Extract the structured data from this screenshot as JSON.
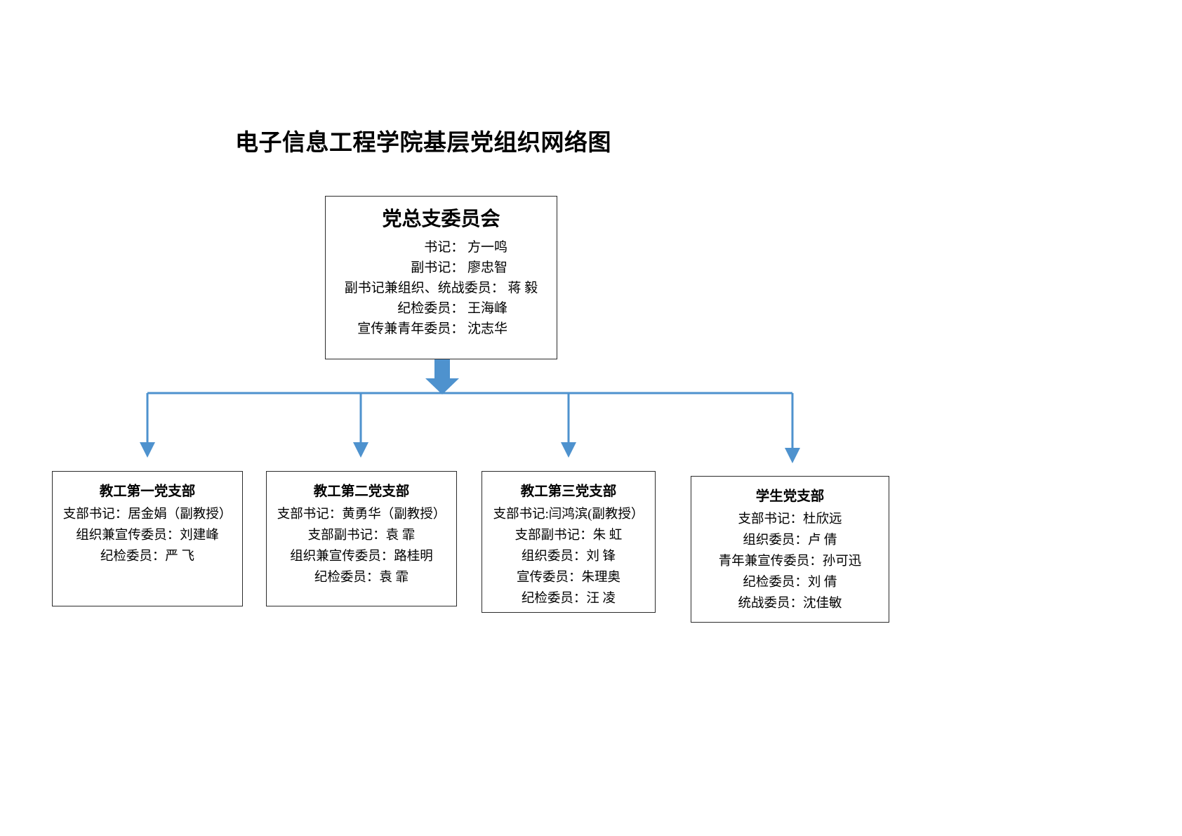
{
  "page": {
    "title": "电子信息工程学院基层党组织网络图",
    "background_color": "#ffffff",
    "connector_color": "#4E92CE",
    "box_border_color": "#2b2b2b",
    "text_color": "#000000"
  },
  "root": {
    "title": "党总支委员会",
    "lines": [
      "书记： 方一鸣",
      "副书记： 廖忠智",
      "副书记兼组织、统战委员： 蒋  毅",
      "纪检委员： 王海峰",
      "宣传兼青年委员： 沈志华"
    ]
  },
  "branches": [
    {
      "title": "教工第一党支部",
      "lines": [
        "支部书记：居金娟（副教授）",
        "组织兼宣传委员：刘建峰",
        "纪检委员：严  飞"
      ]
    },
    {
      "title": "教工第二党支部",
      "lines": [
        "支部书记：黄勇华（副教授）",
        "支部副书记：袁  霏",
        "组织兼宣传委员：路桂明",
        "纪检委员：袁  霏"
      ]
    },
    {
      "title": "教工第三党支部",
      "lines": [
        "支部书记:闫鸿滨(副教授）",
        "支部副书记：朱  虹",
        "组织委员：刘  锋",
        "宣传委员：朱理奥",
        "纪检委员：汪  凌"
      ]
    },
    {
      "title": "学生党支部",
      "lines": [
        "支部书记：杜欣远",
        "组织委员：卢  倩",
        "青年兼宣传委员：孙可迅",
        "纪检委员：刘  倩",
        "统战委员：沈佳敏"
      ]
    }
  ],
  "connectors": {
    "trunk_arrow_label": "down-arrow-from-root",
    "bus_label": "horizontal-bus",
    "branch_arrow_labels": [
      "arrow-to-branch-1",
      "arrow-to-branch-2",
      "arrow-to-branch-3",
      "arrow-to-branch-4"
    ]
  }
}
